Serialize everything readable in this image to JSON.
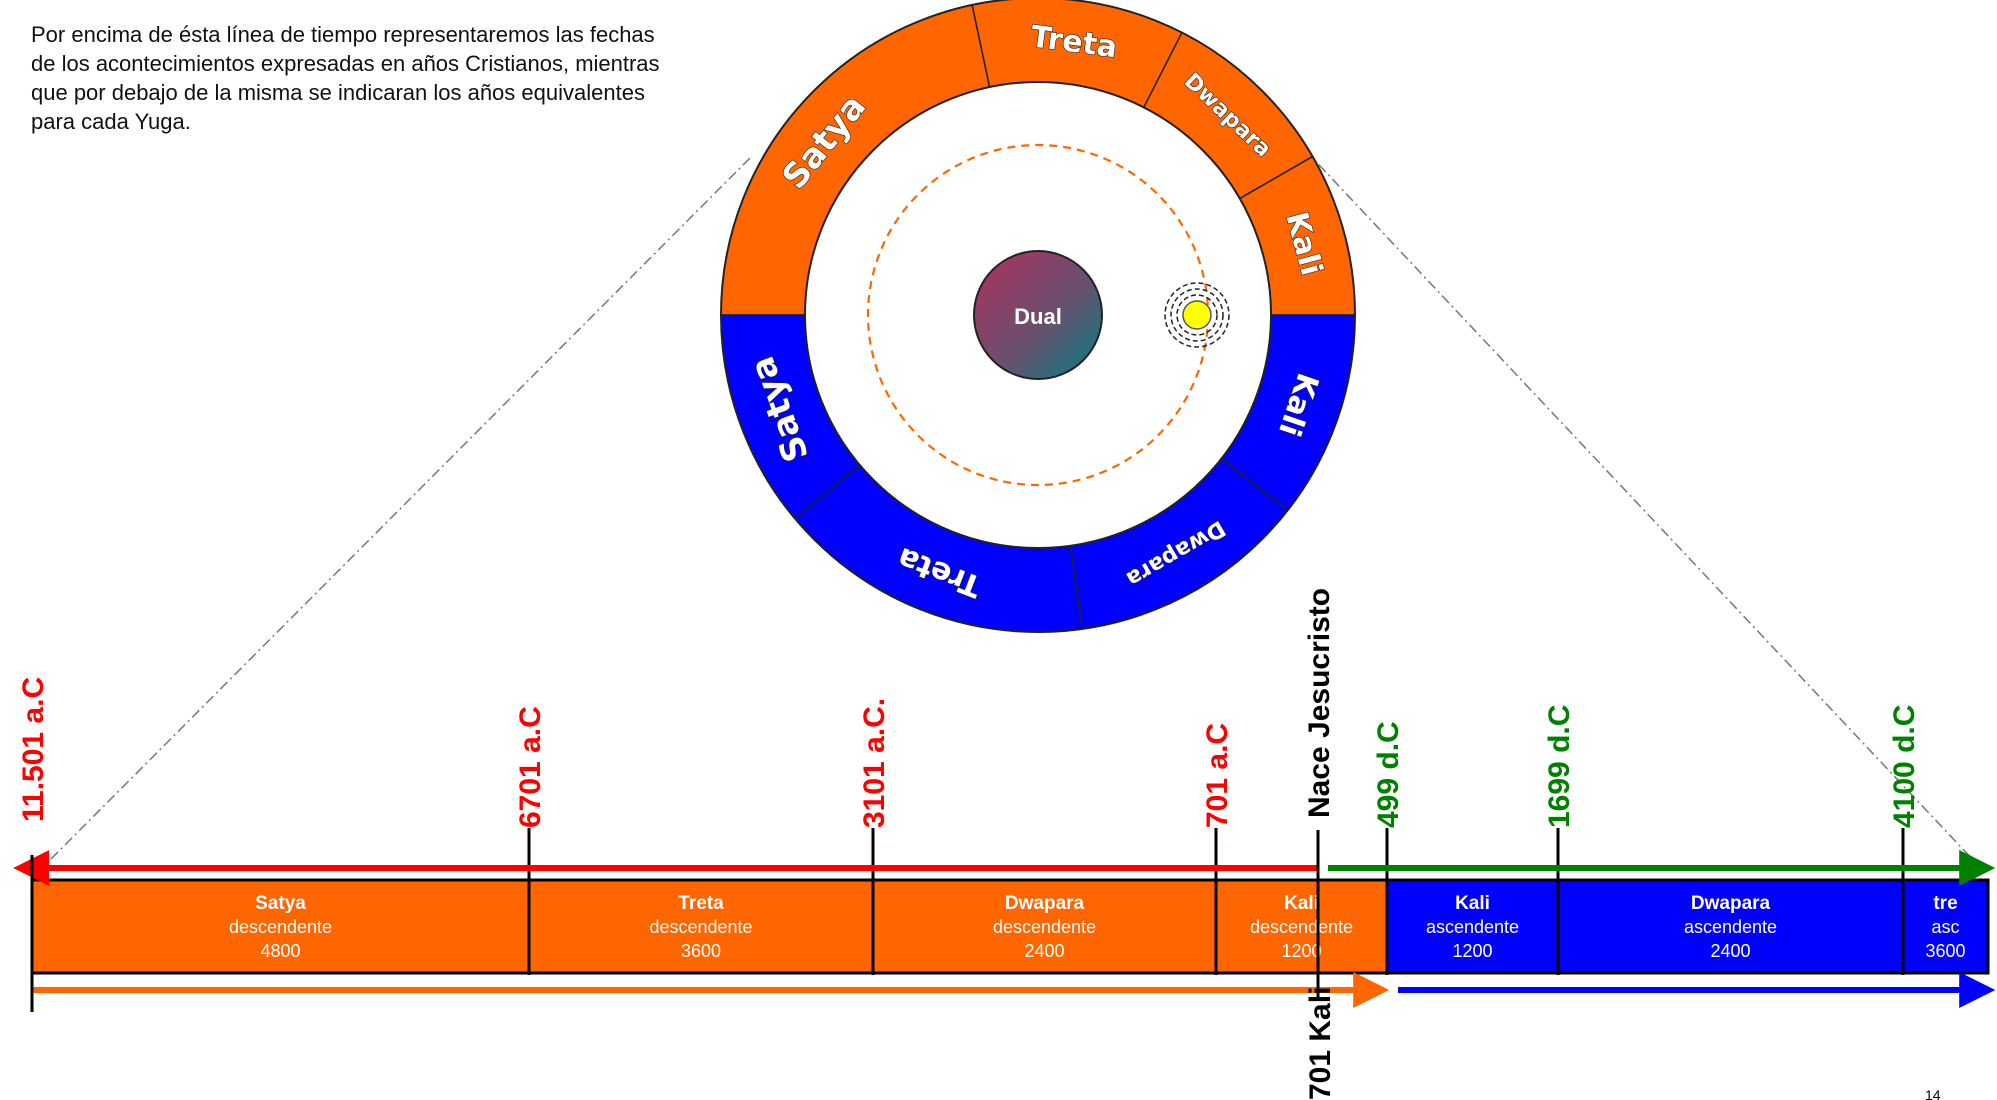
{
  "intro_text": "Por encima de ésta línea de tiempo representaremos las fechas de los acontecimientos expresadas en  años Cristianos, mientras que por debajo de la misma se indicaran los años equivalentes para cada Yuga.",
  "colors": {
    "descending": "#ff6600",
    "ascending": "#0000ff",
    "bc_dates": "#ff0000",
    "ad_dates": "#008000",
    "orbit": "#ff6600",
    "sun": "#ffff00"
  },
  "wheel": {
    "center_label": "Dual",
    "outer_top": [
      {
        "label": "Satya",
        "icon": "orange-segment"
      },
      {
        "label": "Treta",
        "icon": "orange-segment"
      },
      {
        "label": "Dwapara",
        "icon": "orange-segment"
      },
      {
        "label": "Kali",
        "icon": "orange-segment"
      }
    ],
    "outer_bottom": [
      {
        "label": "Kali",
        "icon": "blue-segment"
      },
      {
        "label": "Dwapara",
        "icon": "blue-segment"
      },
      {
        "label": "Treta",
        "icon": "blue-segment"
      },
      {
        "label": "Satya",
        "icon": "blue-segment"
      }
    ]
  },
  "timeline": {
    "top_dates": [
      {
        "label": "11.501 a.C",
        "era": "bc"
      },
      {
        "label": "6701 a.C",
        "era": "bc"
      },
      {
        "label": "3101 a.C.",
        "era": "bc"
      },
      {
        "label": "701 a.C",
        "era": "bc"
      },
      {
        "label": "Nace Jesucristo",
        "era": "event"
      },
      {
        "label": "499 d.C",
        "era": "ad"
      },
      {
        "label": "1699 d.C",
        "era": "ad"
      },
      {
        "label": "4100 d.C",
        "era": "ad"
      }
    ],
    "segments": [
      {
        "name": "Satya",
        "direction": "descendente",
        "years": "4800",
        "phase": "descending"
      },
      {
        "name": "Treta",
        "direction": "descendente",
        "years": "3600",
        "phase": "descending"
      },
      {
        "name": "Dwapara",
        "direction": "descendente",
        "years": "2400",
        "phase": "descending"
      },
      {
        "name": "Kali",
        "direction": "descendente",
        "years": "1200",
        "phase": "descending"
      },
      {
        "name": "Kali",
        "direction": "ascendente",
        "years": "1200",
        "phase": "ascending"
      },
      {
        "name": "Dwapara",
        "direction": "ascendente",
        "years": "2400",
        "phase": "ascending"
      },
      {
        "name": "tre",
        "direction": "asc",
        "years": "3600",
        "phase": "ascending"
      }
    ],
    "bottom_label": "701 Kali",
    "page_number": "14"
  }
}
